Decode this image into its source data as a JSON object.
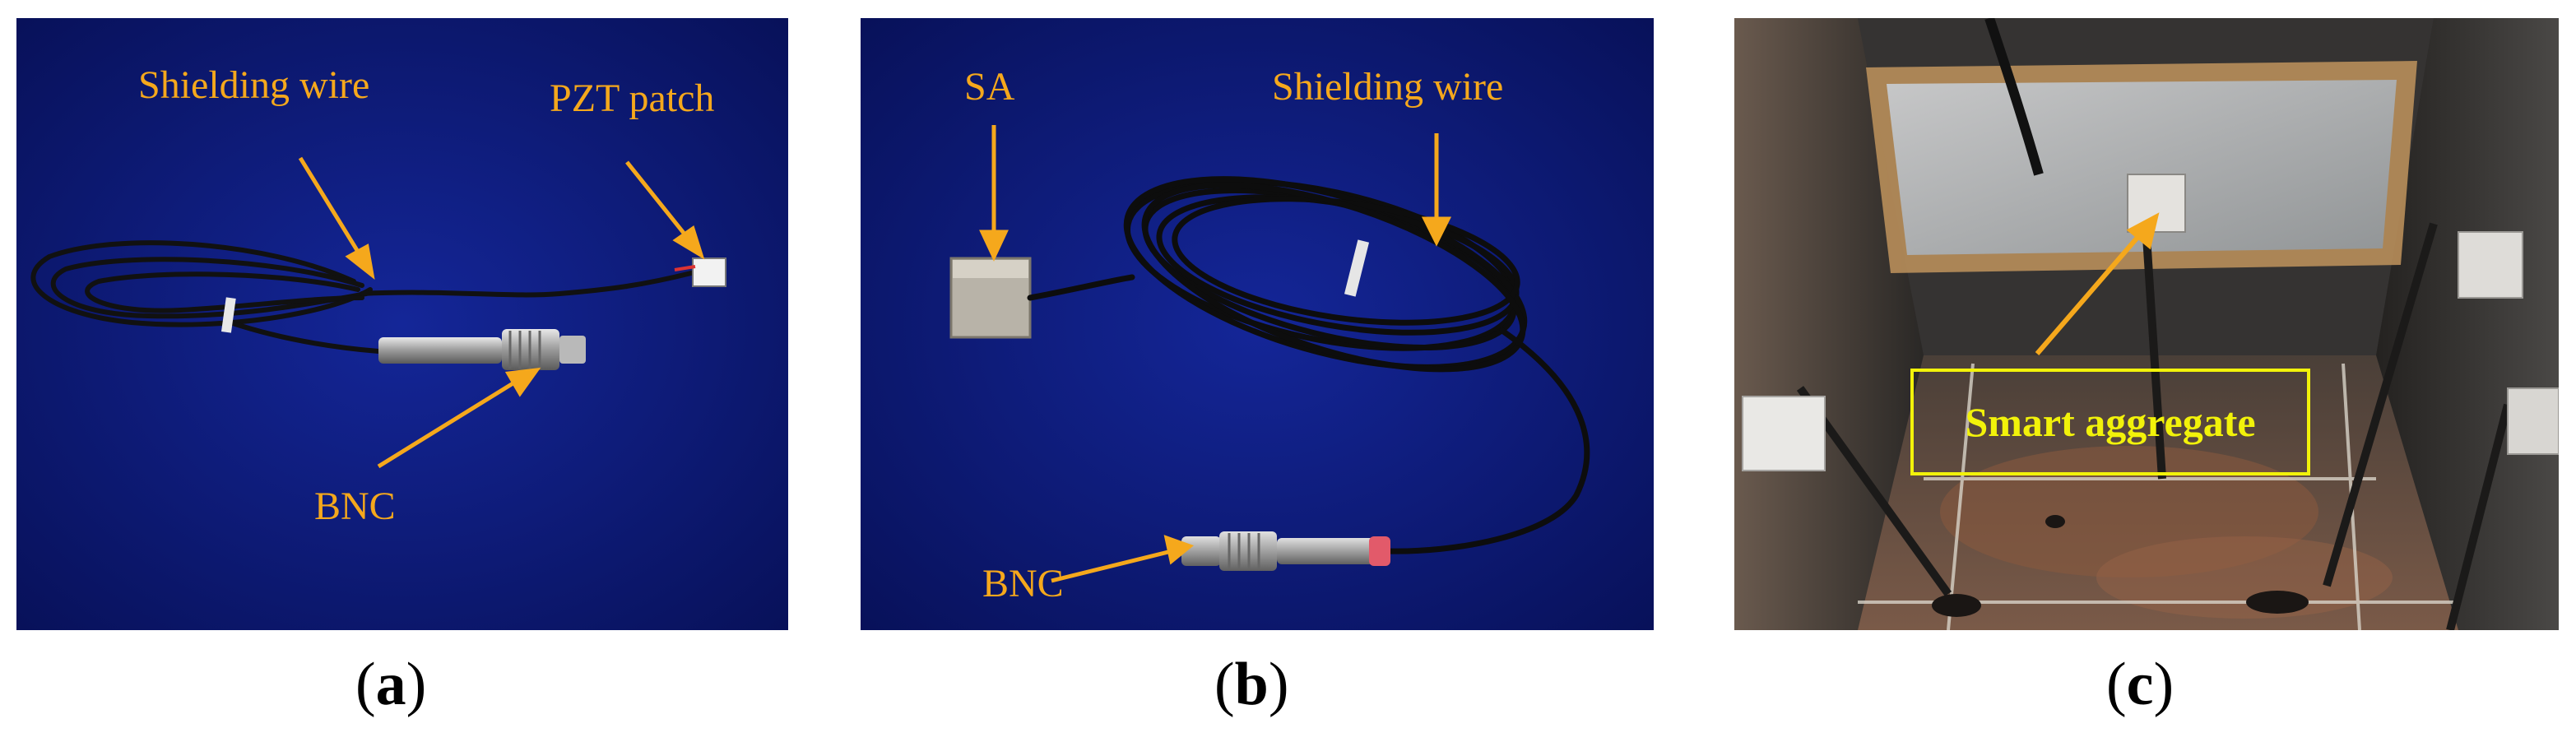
{
  "panels": [
    {
      "id": "a",
      "caption_letter": "a",
      "annotations": {
        "shielding_wire": "Shielding wire",
        "pzt_patch": "PZT patch",
        "bnc": "BNC"
      }
    },
    {
      "id": "b",
      "caption_letter": "b",
      "annotations": {
        "sa": "SA",
        "shielding_wire": "Shielding wire",
        "bnc": "BNC"
      }
    },
    {
      "id": "c",
      "caption_letter": "c",
      "annotations": {
        "smart_aggregate": "Smart aggregate"
      }
    }
  ],
  "colors": {
    "annotation": "#f5a81c",
    "box_label": "#f2f20a",
    "photo_background": "#0c1a7a"
  }
}
